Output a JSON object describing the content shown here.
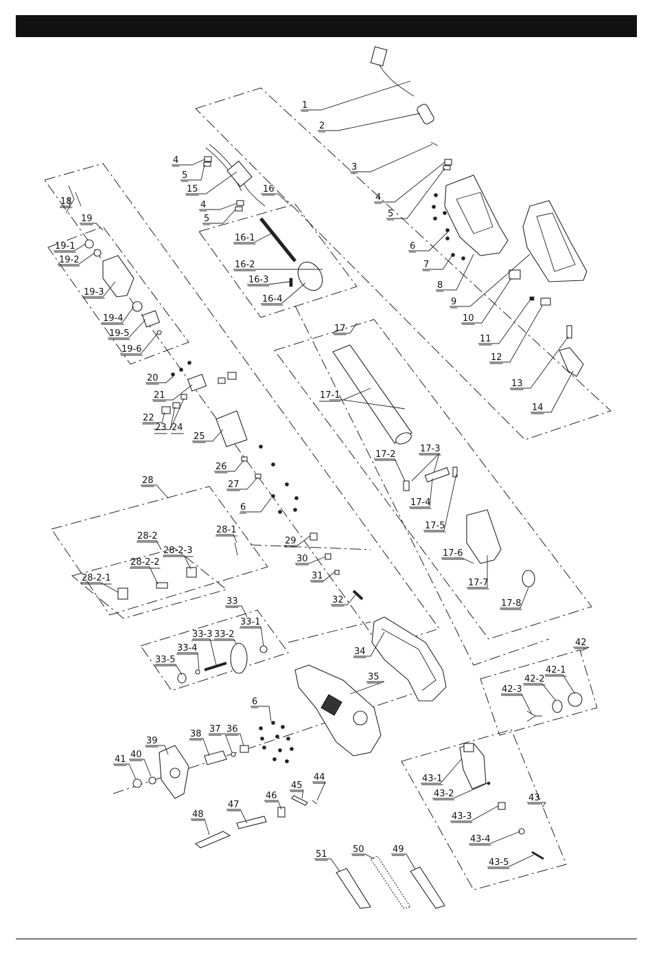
{
  "diagram": {
    "labels": {
      "l1": "1",
      "l2": "2",
      "l3": "3",
      "l4a": "4",
      "l5a": "5",
      "l15": "15",
      "l4b": "4",
      "l5b": "5",
      "l16": "16",
      "l4c": "4",
      "l5c": "5",
      "l6a": "6",
      "l7": "7",
      "l8": "8",
      "l9": "9",
      "l10": "10",
      "l11": "11",
      "l12": "12",
      "l13": "13",
      "l14": "14",
      "l18": "18",
      "l19": "19",
      "l19_1": "19-1",
      "l19_2": "19-2",
      "l19_3": "19-3",
      "l19_4": "19-4",
      "l19_5": "19-5",
      "l19_6": "19-6",
      "l16_1": "16-1",
      "l16_2": "16-2",
      "l16_3": "16-3",
      "l16_4": "16-4",
      "l17": "17",
      "l17_1": "17-1",
      "l17_2": "17-2",
      "l17_3": "17-3",
      "l17_4": "17-4",
      "l17_5": "17-5",
      "l17_6": "17-6",
      "l17_7": "17-7",
      "l17_8": "17-8",
      "l20": "20",
      "l21": "21",
      "l22": "22",
      "l23": "23",
      "l24": "24",
      "l25": "25",
      "l26": "26",
      "l27": "27",
      "l6b": "6",
      "l28": "28",
      "l28_1": "28-1",
      "l28_2": "28-2",
      "l28_2_1": "28-2-1",
      "l28_2_2": "28-2-2",
      "l28_2_3": "28-2-3",
      "l29": "29",
      "l30": "30",
      "l31": "31",
      "l32": "32",
      "l33": "33",
      "l33_1": "33-1",
      "l33_2": "33-2",
      "l33_3": "33-3",
      "l33_4": "33-4",
      "l33_5": "33-5",
      "l34": "34",
      "l35": "35",
      "l6c": "6",
      "l36": "36",
      "l37": "37",
      "l38": "38",
      "l39": "39",
      "l40": "40",
      "l41": "41",
      "l42": "42",
      "l42_1": "42-1",
      "l42_2": "42-2",
      "l42_3": "42-3",
      "l43": "43",
      "l43_1": "43-1",
      "l43_2": "43-2",
      "l43_3": "43-3",
      "l43_4": "43-4",
      "l43_5": "43-5",
      "l44": "44",
      "l45": "45",
      "l46": "46",
      "l47": "47",
      "l48": "48",
      "l49": "49",
      "l50": "50",
      "l51": "51"
    }
  }
}
